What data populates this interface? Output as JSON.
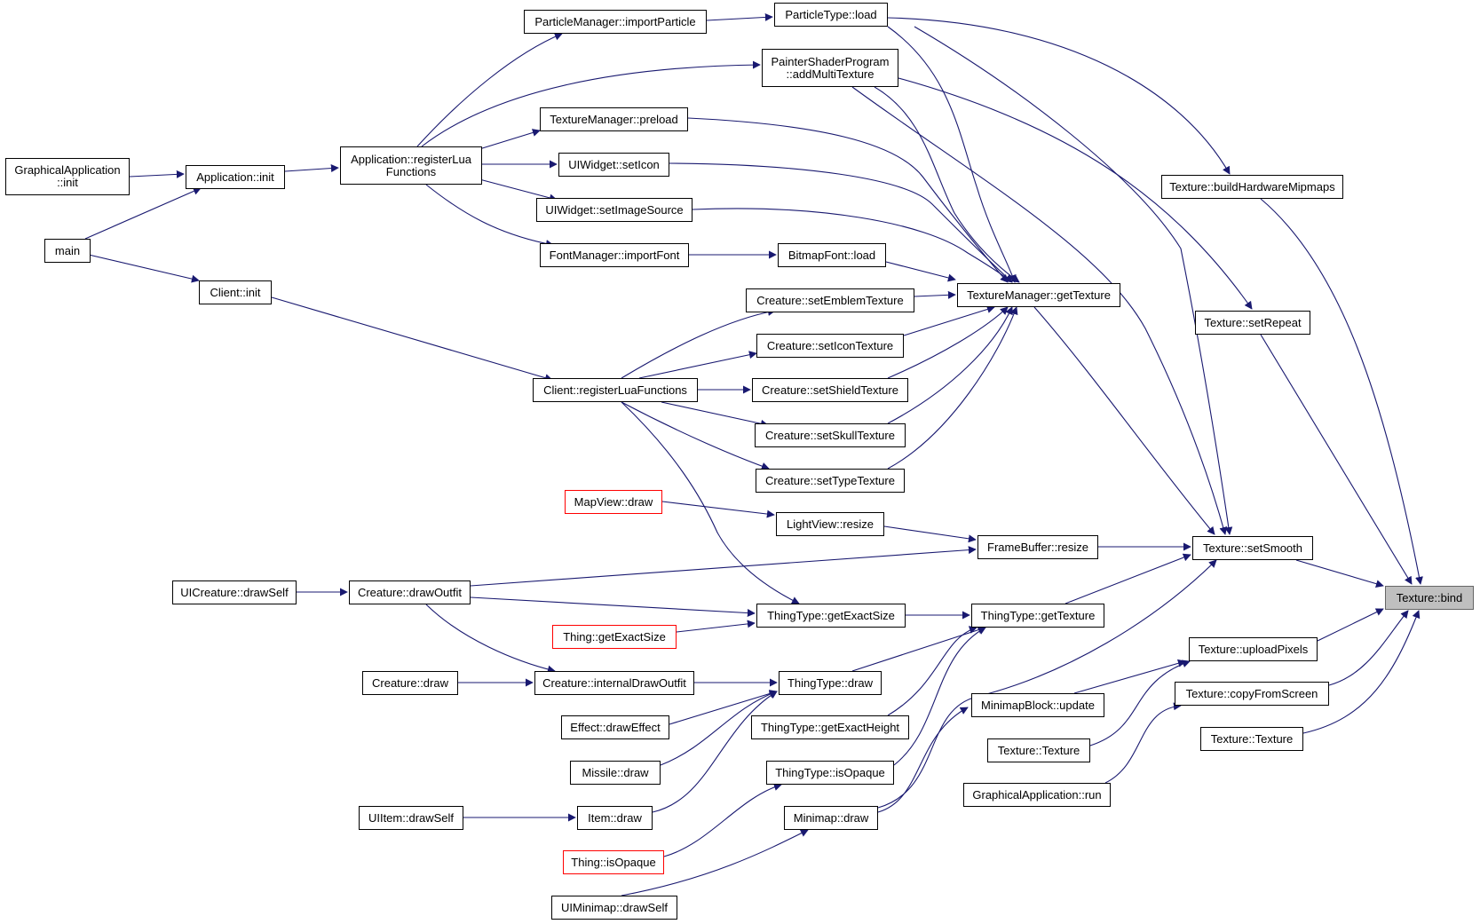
{
  "colors": {
    "edge": "#191970",
    "node_border": "#000000",
    "incomplete_border": "#ff0000",
    "root_fill": "#bfbfbf",
    "background": "#ffffff"
  },
  "nodes": {
    "n_ga_init": "GraphicalApplication\n::init",
    "n_main": "main",
    "n_app_init": "Application::init",
    "n_client_init": "Client::init",
    "n_app_rlf": "Application::registerLua\nFunctions",
    "n_pm_import": "ParticleManager::importParticle",
    "n_tm_preload": "TextureManager::preload",
    "n_uiw_seticon": "UIWidget::setIcon",
    "n_uiw_setimg": "UIWidget::setImageSource",
    "n_fm_import": "FontManager::importFont",
    "n_client_rlf": "Client::registerLuaFunctions",
    "n_pt_load": "ParticleType::load",
    "n_psp_amt": "PainterShaderProgram\n::addMultiTexture",
    "n_bf_load": "BitmapFont::load",
    "n_cr_emblem": "Creature::setEmblemTexture",
    "n_cr_icon": "Creature::setIconTexture",
    "n_cr_shield": "Creature::setShieldTexture",
    "n_cr_skull": "Creature::setSkullTexture",
    "n_cr_type": "Creature::setTypeTexture",
    "n_tm_gettex": "TextureManager::getTexture",
    "n_mapview_draw": "MapView::draw",
    "n_lv_resize": "LightView::resize",
    "n_fb_resize": "FrameBuffer::resize",
    "n_uicr_drawself": "UICreature::drawSelf",
    "n_cr_drawoutfit": "Creature::drawOutfit",
    "n_thing_ges": "Thing::getExactSize",
    "n_tt_ges": "ThingType::getExactSize",
    "n_tt_gettex": "ThingType::getTexture",
    "n_cr_draw": "Creature::draw",
    "n_cr_ido": "Creature::internalDrawOutfit",
    "n_tt_draw": "ThingType::draw",
    "n_eff_draw": "Effect::drawEffect",
    "n_tt_geh": "ThingType::getExactHeight",
    "n_missile_draw": "Missile::draw",
    "n_tt_isopaque": "ThingType::isOpaque",
    "n_uiitem_drawself": "UIItem::drawSelf",
    "n_item_draw": "Item::draw",
    "n_minimap_draw": "Minimap::draw",
    "n_thing_isopaque": "Thing::isOpaque",
    "n_uimm_drawself": "UIMinimap::drawSelf",
    "n_mmb_update": "MinimapBlock::update",
    "n_tex_tex1": "Texture::Texture",
    "n_ga_run": "GraphicalApplication::run",
    "n_tex_bhm": "Texture::buildHardwareMipmaps",
    "n_tex_setrepeat": "Texture::setRepeat",
    "n_tex_setsmooth": "Texture::setSmooth",
    "n_tex_upload": "Texture::uploadPixels",
    "n_tex_copy": "Texture::copyFromScreen",
    "n_tex_tex2": "Texture::Texture",
    "n_tex_bind": "Texture::bind"
  }
}
